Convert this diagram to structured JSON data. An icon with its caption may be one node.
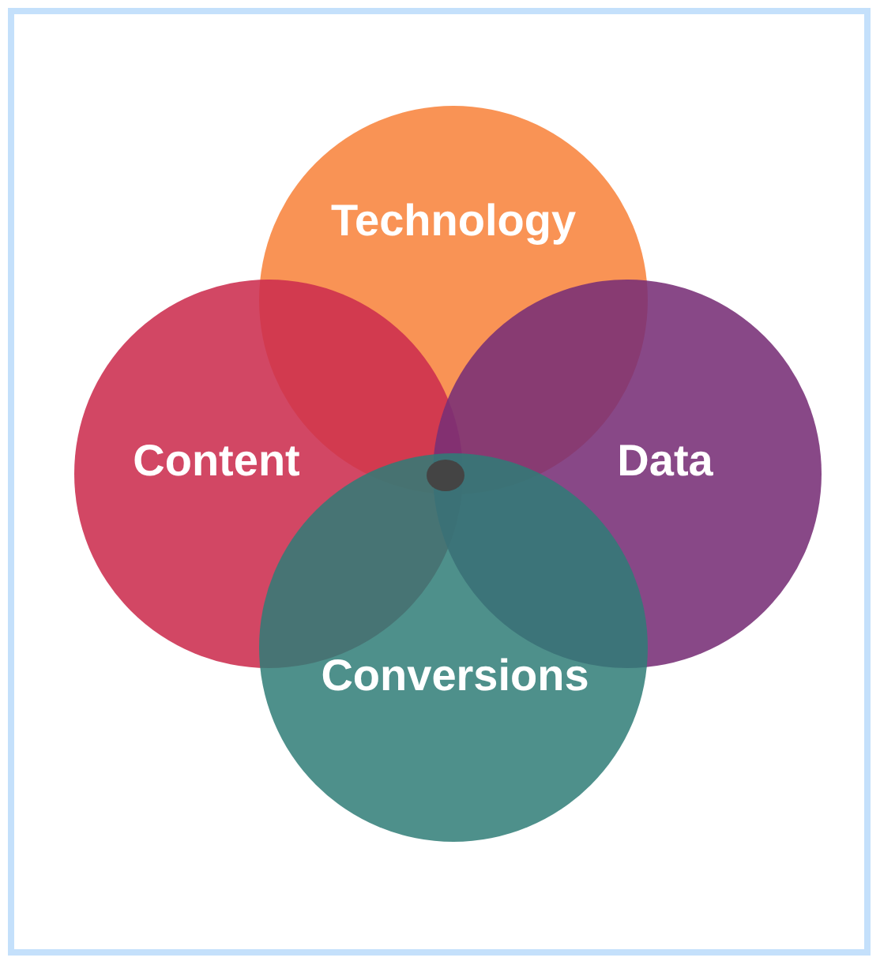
{
  "diagram": {
    "nodes": [
      {
        "text": [
          "Technology"
        ]
      },
      {
        "text": [
          "Content"
        ]
      },
      {
        "text": [
          "Data"
        ]
      },
      {
        "text": [
          "Conversions"
        ]
      }
    ]
  }
}
